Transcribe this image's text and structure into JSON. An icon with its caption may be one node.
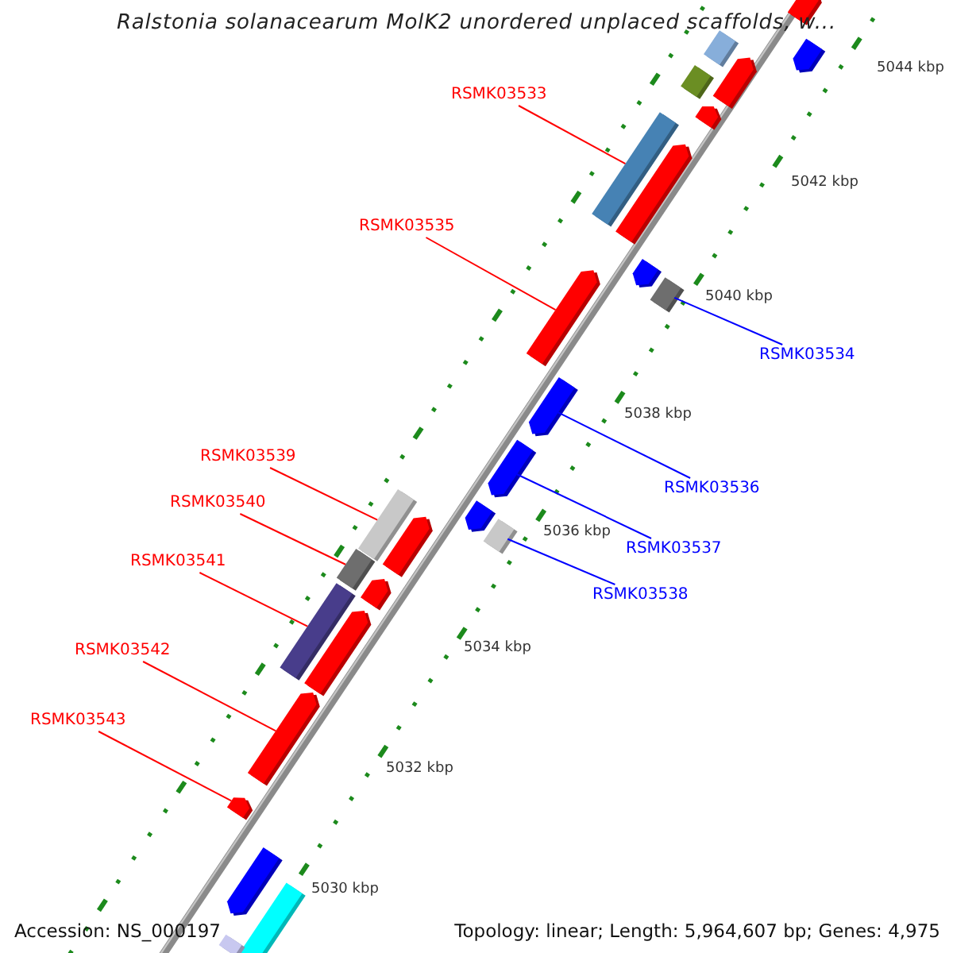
{
  "diagram": {
    "title": "Ralstonia solanacearum MolK2 unordered unplaced scaffolds, w...",
    "nodes": [
      {
        "text": [
          "RSMK03533"
        ]
      },
      {
        "text": [
          "RSMK03535"
        ]
      },
      {
        "text": [
          "RSMK03534"
        ]
      },
      {
        "text": [
          "RSMK03539"
        ]
      },
      {
        "text": [
          "RSMK03536"
        ]
      },
      {
        "text": [
          "RSMK03540"
        ]
      },
      {
        "text": [
          "RSMK03537"
        ]
      },
      {
        "text": [
          "RSMK03541"
        ]
      },
      {
        "text": [
          "RSMK03538"
        ]
      },
      {
        "text": [
          "RSMK03542"
        ]
      },
      {
        "text": [
          "RSMK03543"
        ]
      },
      {
        "text": [],
        "shape": "bar"
      },
      {
        "text": [],
        "shape": "bar"
      },
      {
        "text": [],
        "shape": "bar"
      },
      {
        "text": [],
        "shape": "bar"
      },
      {
        "text": [],
        "shape": "bar"
      },
      {
        "text": [],
        "shape": "bar"
      },
      {
        "text": [],
        "shape": "bar"
      },
      {
        "text": [],
        "shape": "bar"
      },
      {
        "text": [],
        "shape": "bar"
      },
      {
        "text": [],
        "shape": "bar"
      },
      {
        "text": [],
        "shape": "bar"
      },
      {
        "text": [],
        "shape": "bar"
      },
      {
        "text": [],
        "shape": "bar"
      },
      {
        "text": [],
        "shape": "bar"
      },
      {
        "text": [],
        "shape": "bar"
      },
      {
        "text": [],
        "shape": "bar"
      },
      {
        "text": [],
        "shape": "bar"
      },
      {
        "text": [],
        "shape": "bar"
      },
      {
        "text": [],
        "shape": "bar"
      },
      {
        "text": [],
        "shape": "bar"
      },
      {
        "text": [],
        "shape": "bar"
      },
      {
        "text": [],
        "shape": "bar"
      },
      {
        "text": [],
        "shape": "bar"
      },
      {
        "text": [],
        "shape": "bar"
      },
      {
        "text": [],
        "shape": "bar"
      },
      {
        "text": [],
        "shape": "bar"
      }
    ],
    "edges": [
      {
        "from": 0,
        "to": 17,
        "arrow": "none"
      },
      {
        "from": 1,
        "to": 21,
        "arrow": "none"
      },
      {
        "from": 2,
        "to": 20,
        "arrow": "none",
        "color": "#0000ff"
      },
      {
        "from": 3,
        "to": 25,
        "arrow": "none"
      },
      {
        "from": 4,
        "to": 22,
        "arrow": "none",
        "color": "#0000ff"
      },
      {
        "from": 5,
        "to": 28,
        "arrow": "none"
      },
      {
        "from": 6,
        "to": 23,
        "arrow": "none",
        "color": "#0000ff"
      },
      {
        "from": 7,
        "to": 30,
        "arrow": "none"
      },
      {
        "from": 8,
        "to": 26,
        "arrow": "none",
        "color": "#0000ff"
      },
      {
        "from": 9,
        "to": 32,
        "arrow": "none"
      },
      {
        "from": 10,
        "to": 33,
        "arrow": "none"
      }
    ],
    "labels": [
      "5044 kbp",
      "5042 kbp",
      "5040 kbp",
      "5038 kbp",
      "5036 kbp",
      "5034 kbp",
      "5032 kbp",
      "5030 kbp",
      "Accession: NS_000197",
      "Topology: linear; Length: 5,964,607 bp; Genes: 4,975"
    ]
  }
}
